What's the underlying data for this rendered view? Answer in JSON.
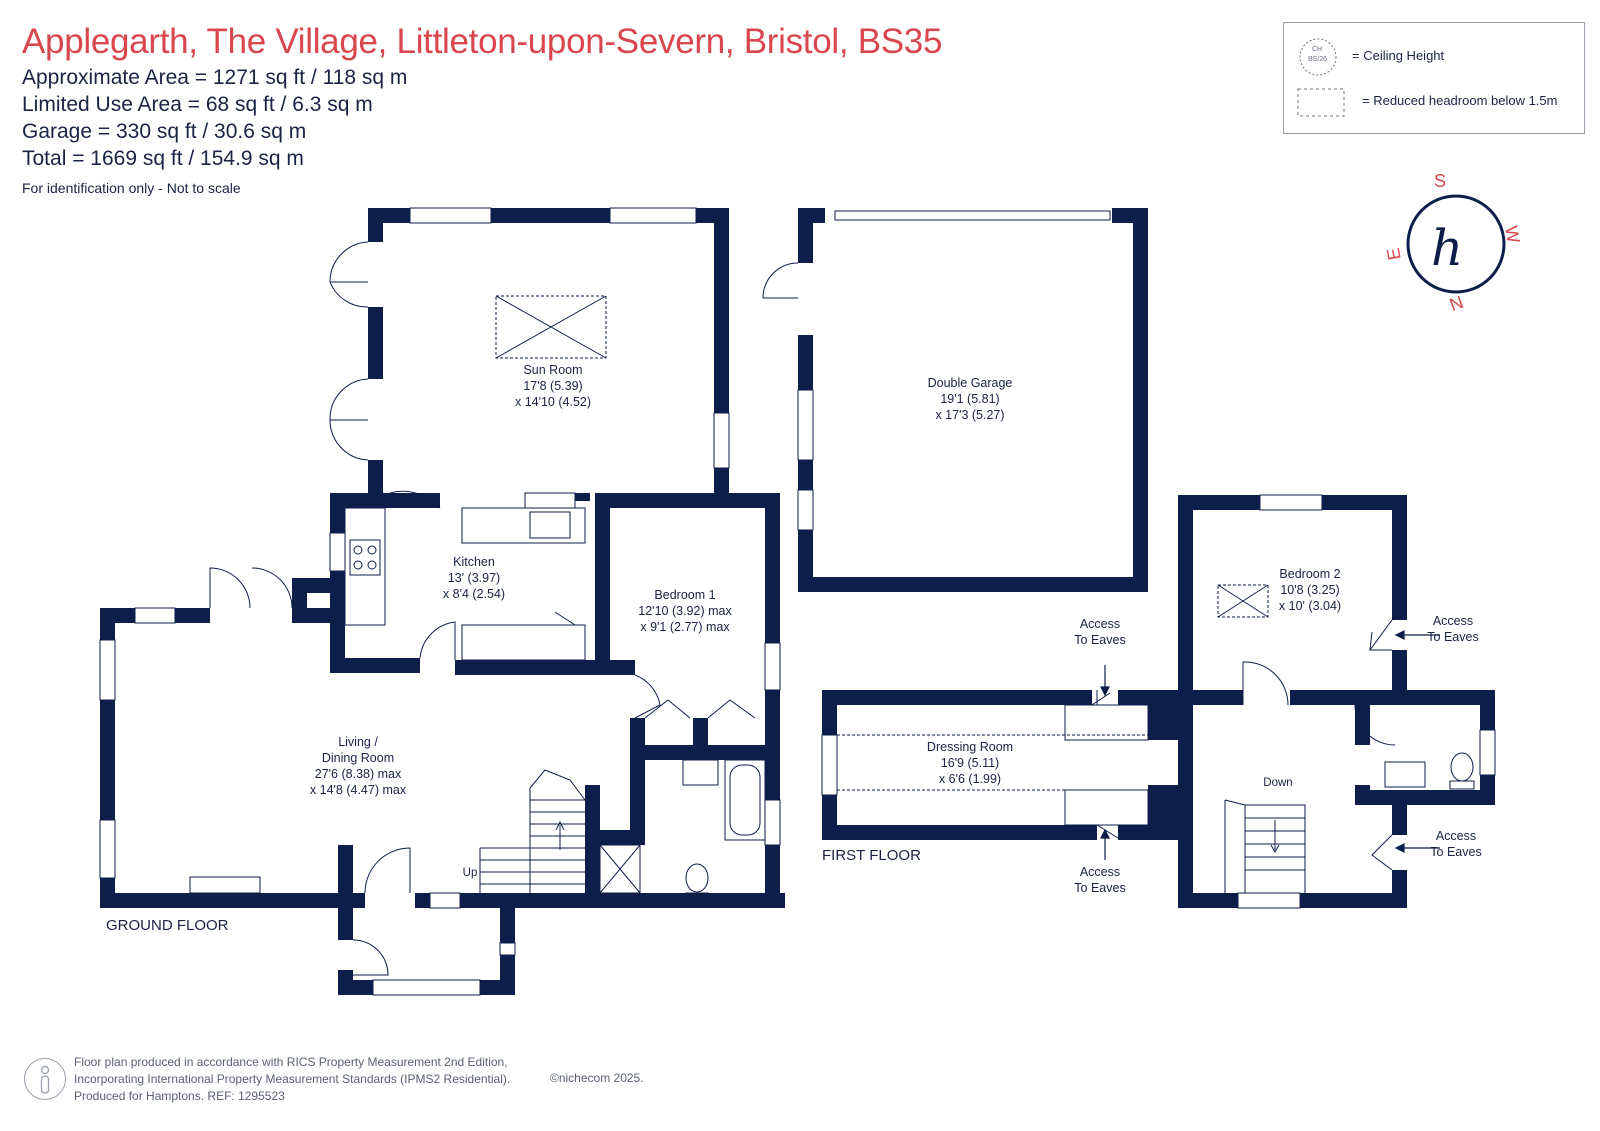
{
  "header": {
    "title": "Applegarth, The Village, Littleton-upon-Severn, Bristol, BS35",
    "approx_area": "Approximate Area = 1271 sq ft / 118 sq m",
    "limited_use": "Limited Use Area = 68 sq ft / 6.3 sq m",
    "garage": "Garage = 330 sq ft / 30.6 sq m",
    "total": "Total = 1669 sq ft / 154.9 sq m",
    "note": "For identification only - Not to scale"
  },
  "legend": {
    "ceiling_symbol_top": "CH",
    "ceiling_symbol_bottom": "BS/26",
    "ceiling_height": "= Ceiling Height",
    "reduced_headroom": "= Reduced headroom below 1.5m"
  },
  "compass": {
    "s": "S",
    "w": "W",
    "e": "E",
    "n": "N",
    "logo": "h"
  },
  "rooms": {
    "sun_room": {
      "name": "Sun Room",
      "dim1": "17'8 (5.39)",
      "dim2": "x 14'10 (4.52)"
    },
    "double_garage": {
      "name": "Double Garage",
      "dim1": "19'1 (5.81)",
      "dim2": "x 17'3 (5.27)"
    },
    "kitchen": {
      "name": "Kitchen",
      "dim1": "13' (3.97)",
      "dim2": "x 8'4 (2.54)"
    },
    "bedroom1": {
      "name": "Bedroom 1",
      "dim1": "12'10 (3.92) max",
      "dim2": "x 9'1 (2.77) max"
    },
    "living": {
      "name1": "Living /",
      "name2": "Dining Room",
      "dim1": "27'6 (8.38) max",
      "dim2": "x 14'8 (4.47) max"
    },
    "bedroom2": {
      "name": "Bedroom 2",
      "dim1": "10'8 (3.25)",
      "dim2": "x 10' (3.04)"
    },
    "dressing": {
      "name": "Dressing Room",
      "dim1": "16'9 (5.11)",
      "dim2": "x 6'6 (1.99)"
    }
  },
  "labels": {
    "ground_floor": "GROUND FLOOR",
    "first_floor": "FIRST FLOOR",
    "up": "Up",
    "down": "Down",
    "access1": "Access",
    "access2": "To Eaves"
  },
  "footer": {
    "line1": "Floor plan produced in accordance with RICS Property Measurement 2nd Edition,",
    "line2": "Incorporating International Property Measurement Standards (IPMS2 Residential).",
    "line3": "Produced for Hamptons.  REF:  1295523",
    "brand": "©nichecom 2025."
  },
  "colors": {
    "wall": "#0d1e4a",
    "title": "#d9464e",
    "text": "#1a2344"
  }
}
